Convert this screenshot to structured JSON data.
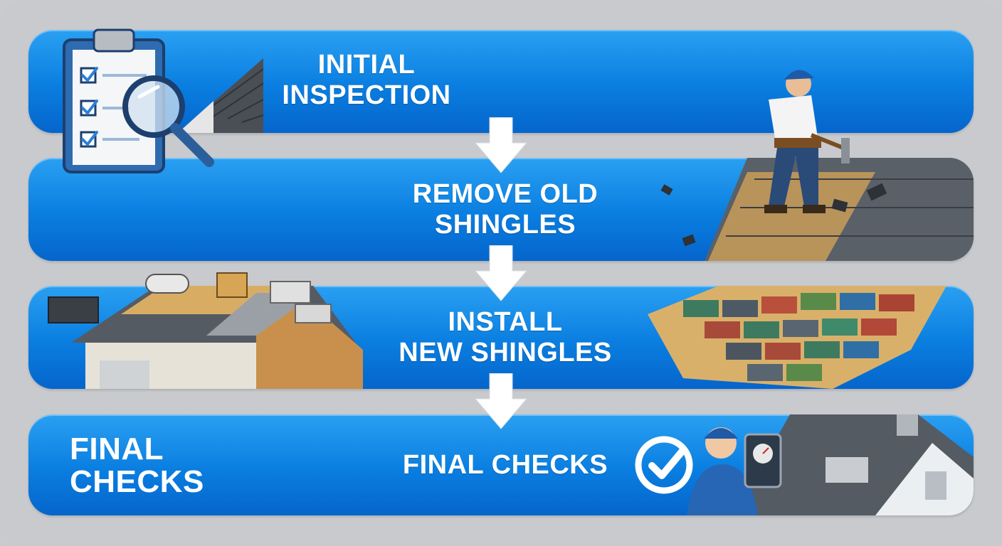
{
  "steps": [
    {
      "line1": "INITIAL",
      "line2": "INSPECTION"
    },
    {
      "line1": "REMOVE OLD",
      "line2": "SHINGLES"
    },
    {
      "line1": "INSTALL",
      "line2": "NEW SHINGLES"
    },
    {
      "line1": "FINAL CHECKS",
      "line2": ""
    }
  ],
  "side_label": {
    "line1": "FINAL",
    "line2": "CHECKS"
  },
  "colors": {
    "band": "#0a7ee0",
    "background": "#c8cace",
    "arrow": "#ffffff",
    "text": "#ffffff"
  },
  "icons": [
    "clipboard-checklist-icon",
    "magnifying-glass-icon",
    "roofer-with-hammer-icon",
    "roof-repair-tools-icon",
    "colored-shingles-icon",
    "checkmark-circle-icon",
    "inspector-with-gauge-icon"
  ]
}
